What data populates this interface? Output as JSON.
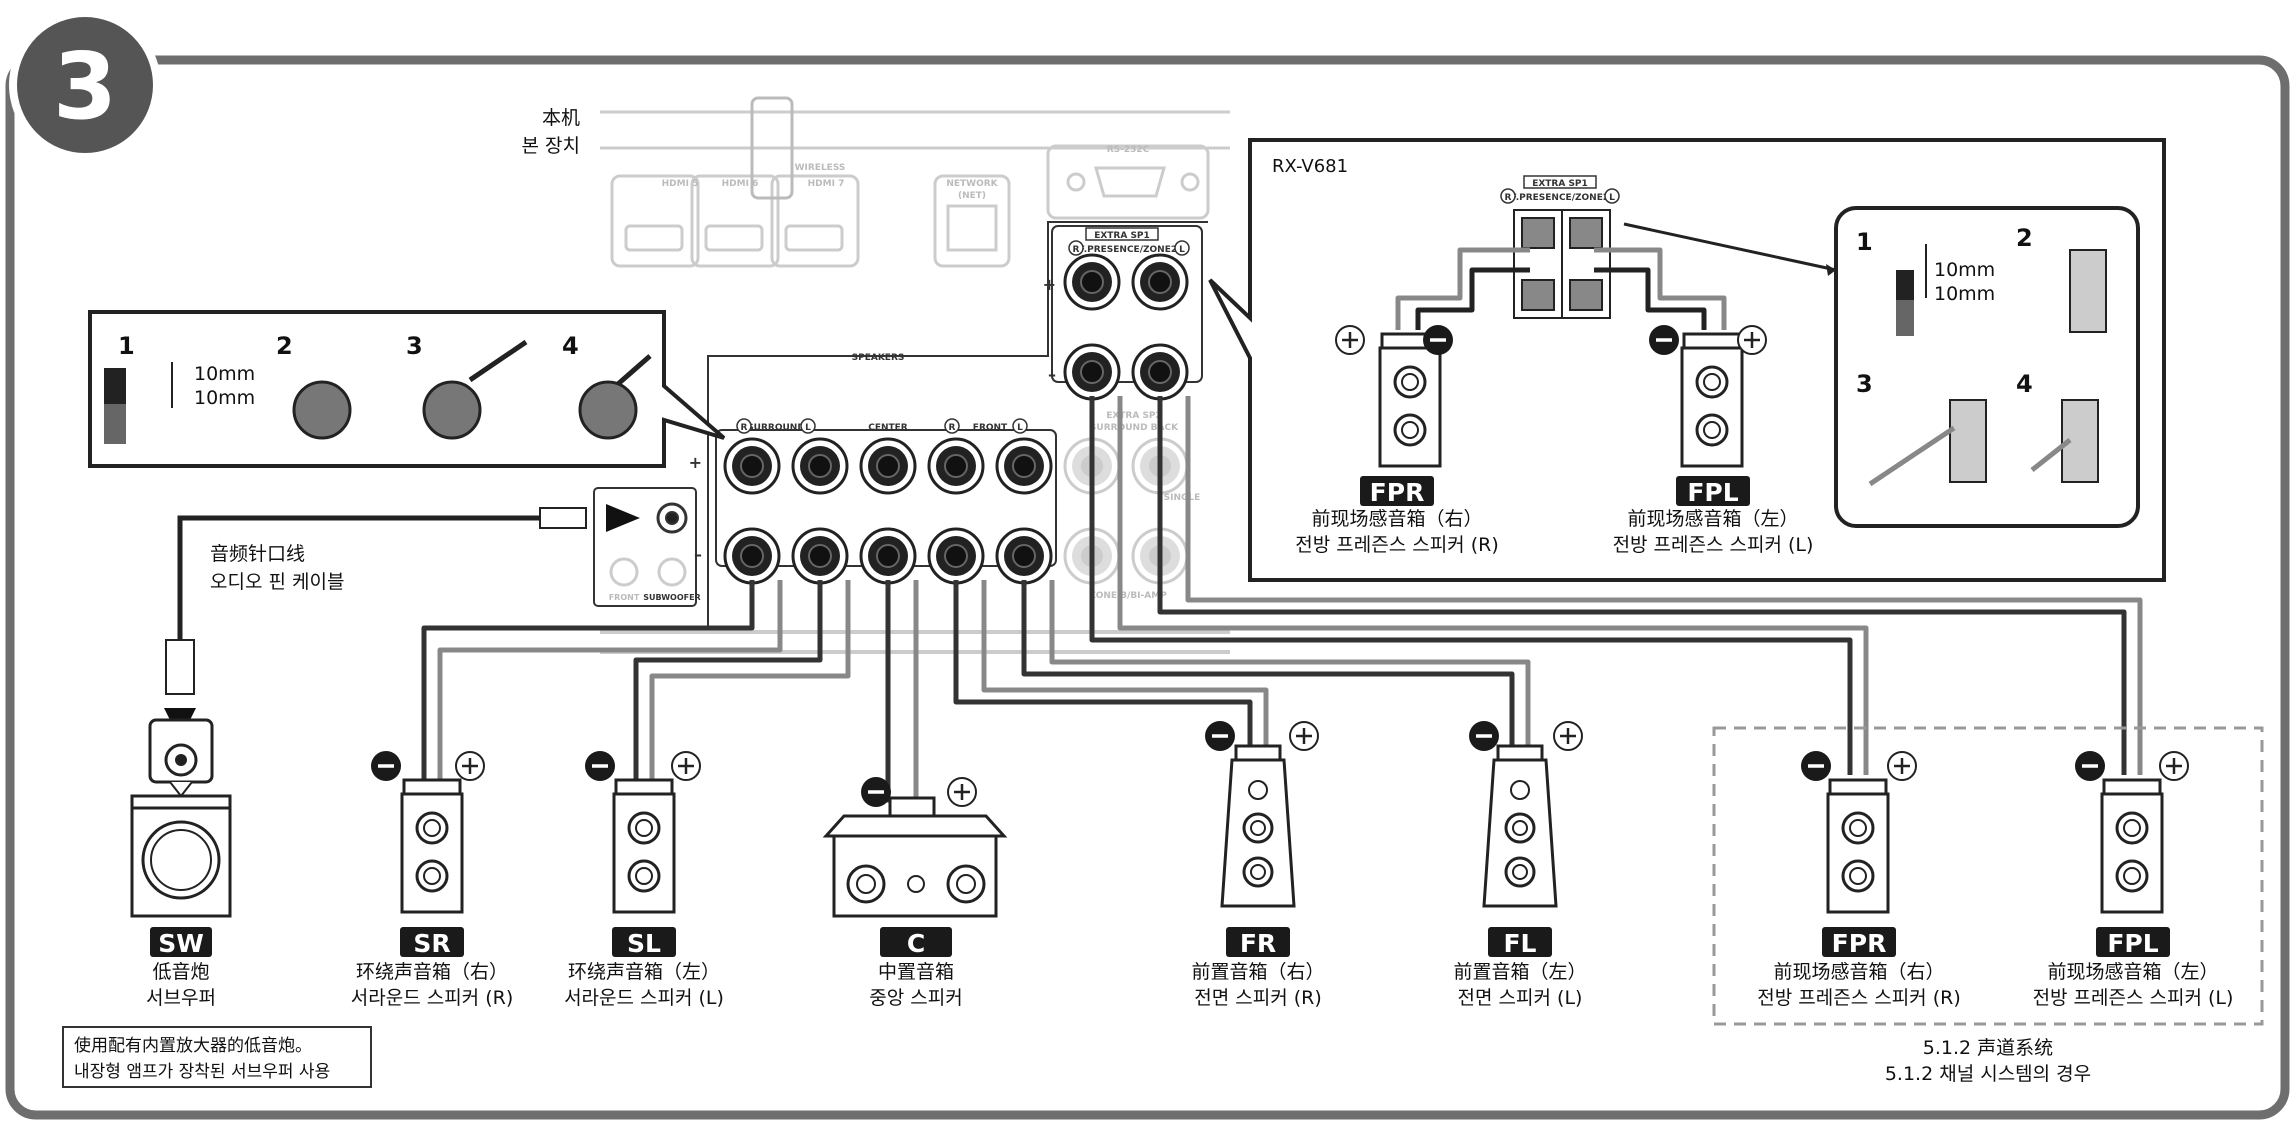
{
  "step_number": "3",
  "unit_label": [
    "本机",
    "본 장치"
  ],
  "model": "RX-V681",
  "rear_panel": {
    "hdmi": [
      "HDMI 5",
      "HDMI 6",
      "HDMI 7"
    ],
    "wireless": "WIRELESS",
    "network": [
      "NETWORK",
      "(NET)"
    ],
    "rs232c": "RS-232C",
    "speakers": "SPEAKERS",
    "extra_sp1": "EXTRA SP1",
    "presence_zone2": "F.PRESENCE/ZONE2",
    "extra_sp2": "EXTRA SP2",
    "surround_back": "SURROUND BACK",
    "single": "SINGLE",
    "zone_bi_amp": "ZONE B/BI-AMP",
    "surround": "SURROUND",
    "center": "CENTER",
    "front": "FRONT",
    "subwoofer": "SUBWOOFER",
    "front_small": "FRONT",
    "r": "R",
    "l": "L",
    "plus": "+",
    "minus": "–"
  },
  "binding_post_steps": {
    "numbers": [
      "1",
      "2",
      "3",
      "4"
    ],
    "strip_length": "10mm"
  },
  "spring_steps": {
    "numbers": [
      "1",
      "2",
      "3",
      "4"
    ],
    "strip_length": "10mm"
  },
  "pin_cable": [
    "音频针口线",
    "오디오 핀 케이블"
  ],
  "speakers": [
    {
      "code": "SW",
      "zh": "低音炮",
      "ko": "서브우퍼"
    },
    {
      "code": "SR",
      "zh": "环绕声音箱（右）",
      "ko": "서라운드 스피커 (R)"
    },
    {
      "code": "SL",
      "zh": "环绕声音箱（左）",
      "ko": "서라운드 스피커 (L)"
    },
    {
      "code": "C",
      "zh": "中置音箱",
      "ko": "중앙 스피커"
    },
    {
      "code": "FR",
      "zh": "前置音箱（右）",
      "ko": "전면 스피커 (R)"
    },
    {
      "code": "FL",
      "zh": "前置音箱（左）",
      "ko": "전면 스피커 (L)"
    },
    {
      "code": "FPR",
      "zh": "前现场感音箱（右）",
      "ko": "전방 프레즌스 스피커 (R)"
    },
    {
      "code": "FPL",
      "zh": "前现场感音箱（左）",
      "ko": "전방 프레즌스 스피커 (L)"
    }
  ],
  "inset_speakers": [
    {
      "code": "FPR",
      "zh": "前现场感音箱（右）",
      "ko": "전방 프레즌스 스피커 (R)"
    },
    {
      "code": "FPL",
      "zh": "前现场感音箱（左）",
      "ko": "전방 프레즌스 스피커 (L)"
    }
  ],
  "subwoofer_note": [
    "使用配有内置放大器的低音炮。",
    "내장형 앰프가 장착된 서브우퍼 사용"
  ],
  "system_label": [
    "5.1.2 声道系统",
    "5.1.2 채널 시스템의 경우"
  ],
  "colors": {
    "frame": "#6e6e6e",
    "badge": "#555555",
    "label_bg": "#1a1a1a",
    "panel_line": "#cccccc"
  }
}
